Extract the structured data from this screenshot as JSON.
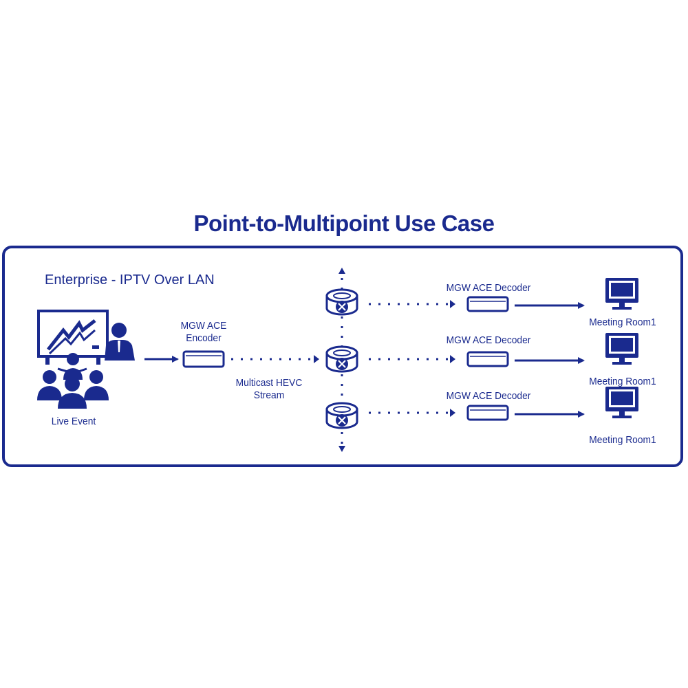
{
  "title": "Point-to-Multipoint Use Case",
  "subtitle": "Enterprise - IPTV Over LAN",
  "colors": {
    "primary": "#1a2a8e",
    "background": "#ffffff"
  },
  "source": {
    "label": "Live Event",
    "icon": "presentation-audience-icon"
  },
  "encoder": {
    "label_line1": "MGW ACE",
    "label_line2": "Encoder",
    "icon": "encoder-device-icon"
  },
  "stream": {
    "label_line1": "Multicast HEVC",
    "label_line2": "Stream"
  },
  "router_icon": "network-router-icon",
  "decoders": [
    {
      "label": "MGW ACE Decoder",
      "destination": "Meeting Room1"
    },
    {
      "label": "MGW ACE Decoder",
      "destination": "Meeting Room1"
    },
    {
      "label": "MGW ACE Decoder",
      "destination": "Meeting Room1"
    }
  ]
}
